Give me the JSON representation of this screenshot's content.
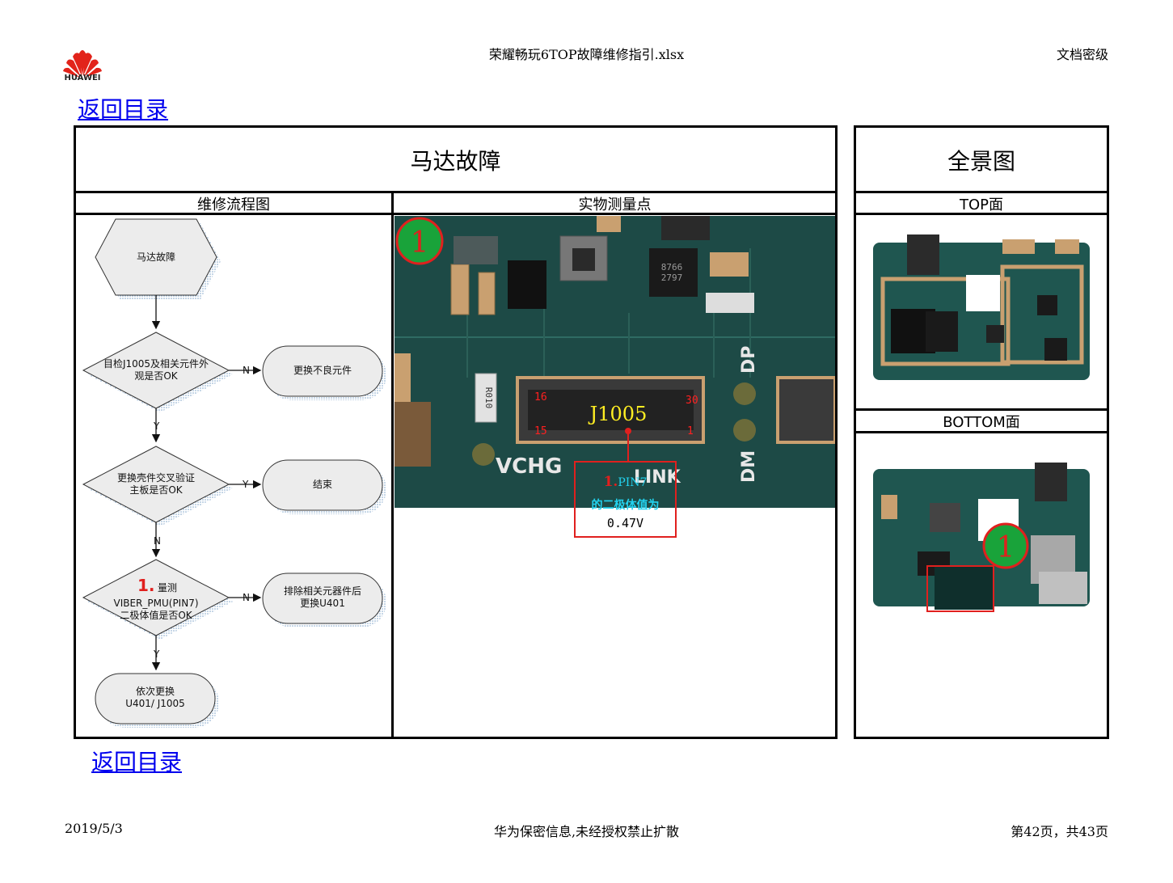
{
  "header": {
    "brand": "HUAWEI",
    "doc_title": "荣耀畅玩6TOP故障维修指引.xlsx",
    "classification": "文档密级"
  },
  "links": {
    "back_top": "返回目录",
    "back_bottom": "返回目录"
  },
  "main": {
    "title": "马达故障",
    "col_flow": "维修流程图",
    "col_measure": "实物测量点"
  },
  "side": {
    "title": "全景图",
    "top_label": "TOP面",
    "bottom_label": "BOTTOM面"
  },
  "flowchart": {
    "start": "马达故障",
    "q1_line1": "目检J1005及相关元件外",
    "q1_line2": "观是否OK",
    "a1": "更换不良元件",
    "q2_line1": "更换壳件交叉验证",
    "q2_line2": "主板是否OK",
    "a2": "结束",
    "q3_num": "1.",
    "q3_line1": "量测",
    "q3_line2": "VIBER_PMU(PIN7)",
    "q3_line3": "二极体值是否OK",
    "a3_line1": "排除相关元器件后",
    "a3_line2": "更换U401",
    "end_line1": "依次更换",
    "end_line2": "U401/ J1005",
    "lbl_n1": "N",
    "lbl_y1": "Y",
    "lbl_y2": "Y",
    "lbl_n2": "N",
    "lbl_n3": "N",
    "lbl_y3": "Y"
  },
  "measure": {
    "marker": "1",
    "connector": "J1005",
    "pin_16": "16",
    "pin_30": "30",
    "pin_15": "15",
    "pin_1": "1",
    "silk_vchg": "VCHG",
    "silk_link": "LINK",
    "silk_dp": "DP",
    "silk_dm": "DM",
    "silk_r010": "R010",
    "chip_text1": "8766",
    "chip_text2": "2797",
    "note_num": "1.",
    "note_pin": "PIN7",
    "note_line2": "的二极体值为",
    "note_value": "0.47V"
  },
  "bottom_marker": "1",
  "footer": {
    "date": "2019/5/3",
    "confidential": "华为保密信息,未经授权禁止扩散",
    "page": "第42页，共43页"
  },
  "colors": {
    "pcb": "#1d4a46",
    "marker_green": "#19a33a",
    "marker_red": "#e0201e",
    "link": "#0000ee",
    "annotation_cyan": "#22d3f0",
    "annotation_yellow": "#ffee22"
  }
}
